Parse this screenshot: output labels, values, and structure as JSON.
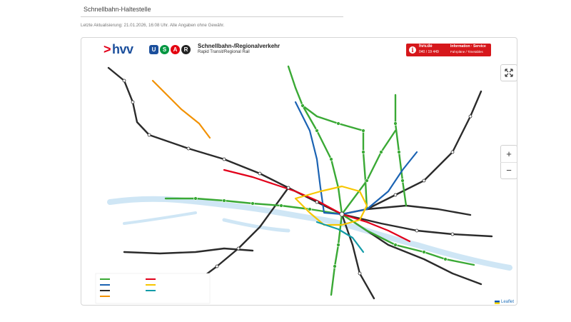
{
  "header": {
    "select_label": "Schnellbahn-Haltestelle",
    "update_info": "Letzte Aktualisierung: 21.01.2026, 16:08 Uhr. Alle Angaben ohne Gewähr."
  },
  "map": {
    "brand": "hvv",
    "mode_badges": [
      {
        "letter": "U",
        "color": "#1b4f9c"
      },
      {
        "letter": "S",
        "color": "#009640"
      },
      {
        "letter": "A",
        "color": "#e3000f"
      },
      {
        "letter": "R",
        "color": "#222222"
      }
    ],
    "title": "Schnellbahn-/Regionalverkehr",
    "subtitle": "Rapid Transit/Regional Rail",
    "service": {
      "site": "hvv.de",
      "phone": "040 / 19 449",
      "line1": "Information · Service",
      "line2": "Fahrpläne / Timetables"
    },
    "line_colors": {
      "U1": "#1b63b3",
      "U2": "#e2001a",
      "U3": "#f7c600",
      "U4": "#139ba8",
      "S": "#3aa935",
      "A": "#f29100",
      "R": "#222222"
    },
    "controls": {
      "fullscreen_icon": "fullscreen-icon",
      "zoom_in": "+",
      "zoom_out": "−"
    },
    "attribution": "Leaflet"
  }
}
